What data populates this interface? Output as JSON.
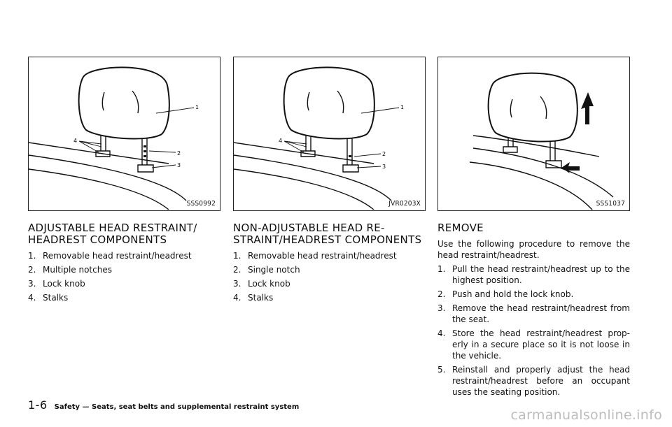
{
  "figures": [
    {
      "code": "SSS0992",
      "callouts": [
        "1",
        "2",
        "3",
        "4"
      ]
    },
    {
      "code": "JVR0203X",
      "callouts": [
        "1",
        "2",
        "3",
        "4"
      ]
    },
    {
      "code": "SSS1037"
    }
  ],
  "sections": [
    {
      "heading_line1": "ADJUSTABLE HEAD RESTRAINT/",
      "heading_line2": "HEADREST COMPONENTS",
      "items": [
        {
          "num": "1.",
          "text": "Removable head restraint/headrest"
        },
        {
          "num": "2.",
          "text": "Multiple notches"
        },
        {
          "num": "3.",
          "text": "Lock knob"
        },
        {
          "num": "4.",
          "text": "Stalks"
        }
      ]
    },
    {
      "heading_line1": "NON-ADJUSTABLE HEAD RE-",
      "heading_line2": "STRAINT/HEADREST COMPONENTS",
      "items": [
        {
          "num": "1.",
          "text": "Removable head restraint/headrest"
        },
        {
          "num": "2.",
          "text": "Single notch"
        },
        {
          "num": "3.",
          "text": "Lock knob"
        },
        {
          "num": "4.",
          "text": "Stalks"
        }
      ]
    },
    {
      "heading": "REMOVE",
      "intro": "Use the following procedure to remove the head restraint/headrest.",
      "items": [
        {
          "num": "1.",
          "text": "Pull the head restraint/headrest up to the highest position."
        },
        {
          "num": "2.",
          "text": "Push and hold the lock knob."
        },
        {
          "num": "3.",
          "text": "Remove the head restraint/headrest from the seat."
        },
        {
          "num": "4.",
          "text": "Store the head restraint/headrest prop-erly in a secure place so it is not loose in the vehicle."
        },
        {
          "num": "5.",
          "text": "Reinstall and properly adjust the head restraint/headrest before an occupant uses the seating position."
        }
      ]
    }
  ],
  "footer": {
    "page_number": "1-6",
    "section_title": "Safety — Seats, seat belts and supplemental restraint system"
  },
  "watermark": "carmanualsonline.info"
}
